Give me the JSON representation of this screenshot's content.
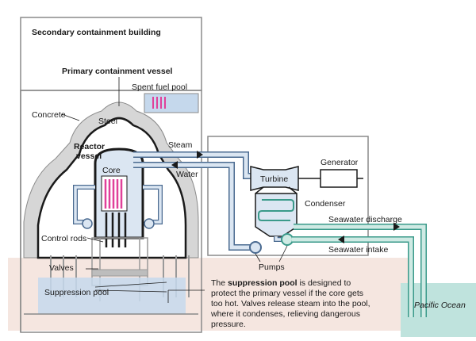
{
  "labels": {
    "secondary_building": "Secondary containment building",
    "primary_vessel": "Primary containment vessel",
    "spent_fuel_pool": "Spent fuel pool",
    "concrete": "Concrete",
    "steel": "Steel",
    "reactor_vessel_line1": "Reactor",
    "reactor_vessel_line2": "vessel",
    "core": "Core",
    "steam": "Steam",
    "water": "Water",
    "turbine": "Turbine",
    "generator": "Generator",
    "condenser": "Condenser",
    "seawater_discharge": "Seawater discharge",
    "seawater_intake": "Seawater intake",
    "pumps": "Pumps",
    "control_rods": "Control rods",
    "valves": "Valves",
    "suppression_pool": "Suppression pool",
    "pacific_ocean": "Pacific Ocean"
  },
  "description": {
    "prefix": "The ",
    "highlight": "suppression pool",
    "line1_rest": " is designed to",
    "line2": "protect the primary vessel if the core gets",
    "line3": "too hot. Valves release steam into the pool,",
    "line4": "where it condenses, relieving dangerous",
    "line5": "pressure."
  },
  "colors": {
    "suppression_zone": "#f5e6e0",
    "pool_water": "#c5d8ec",
    "ocean": "#bfe3dd",
    "pipe_fill": "#dbe6f2",
    "pipe_stroke": "#4a6a90",
    "seawater_pipe": "#cfeae4",
    "fuel_rods": "#e0409a",
    "containment_gray": "#d6d6d6",
    "outline": "#555555"
  }
}
